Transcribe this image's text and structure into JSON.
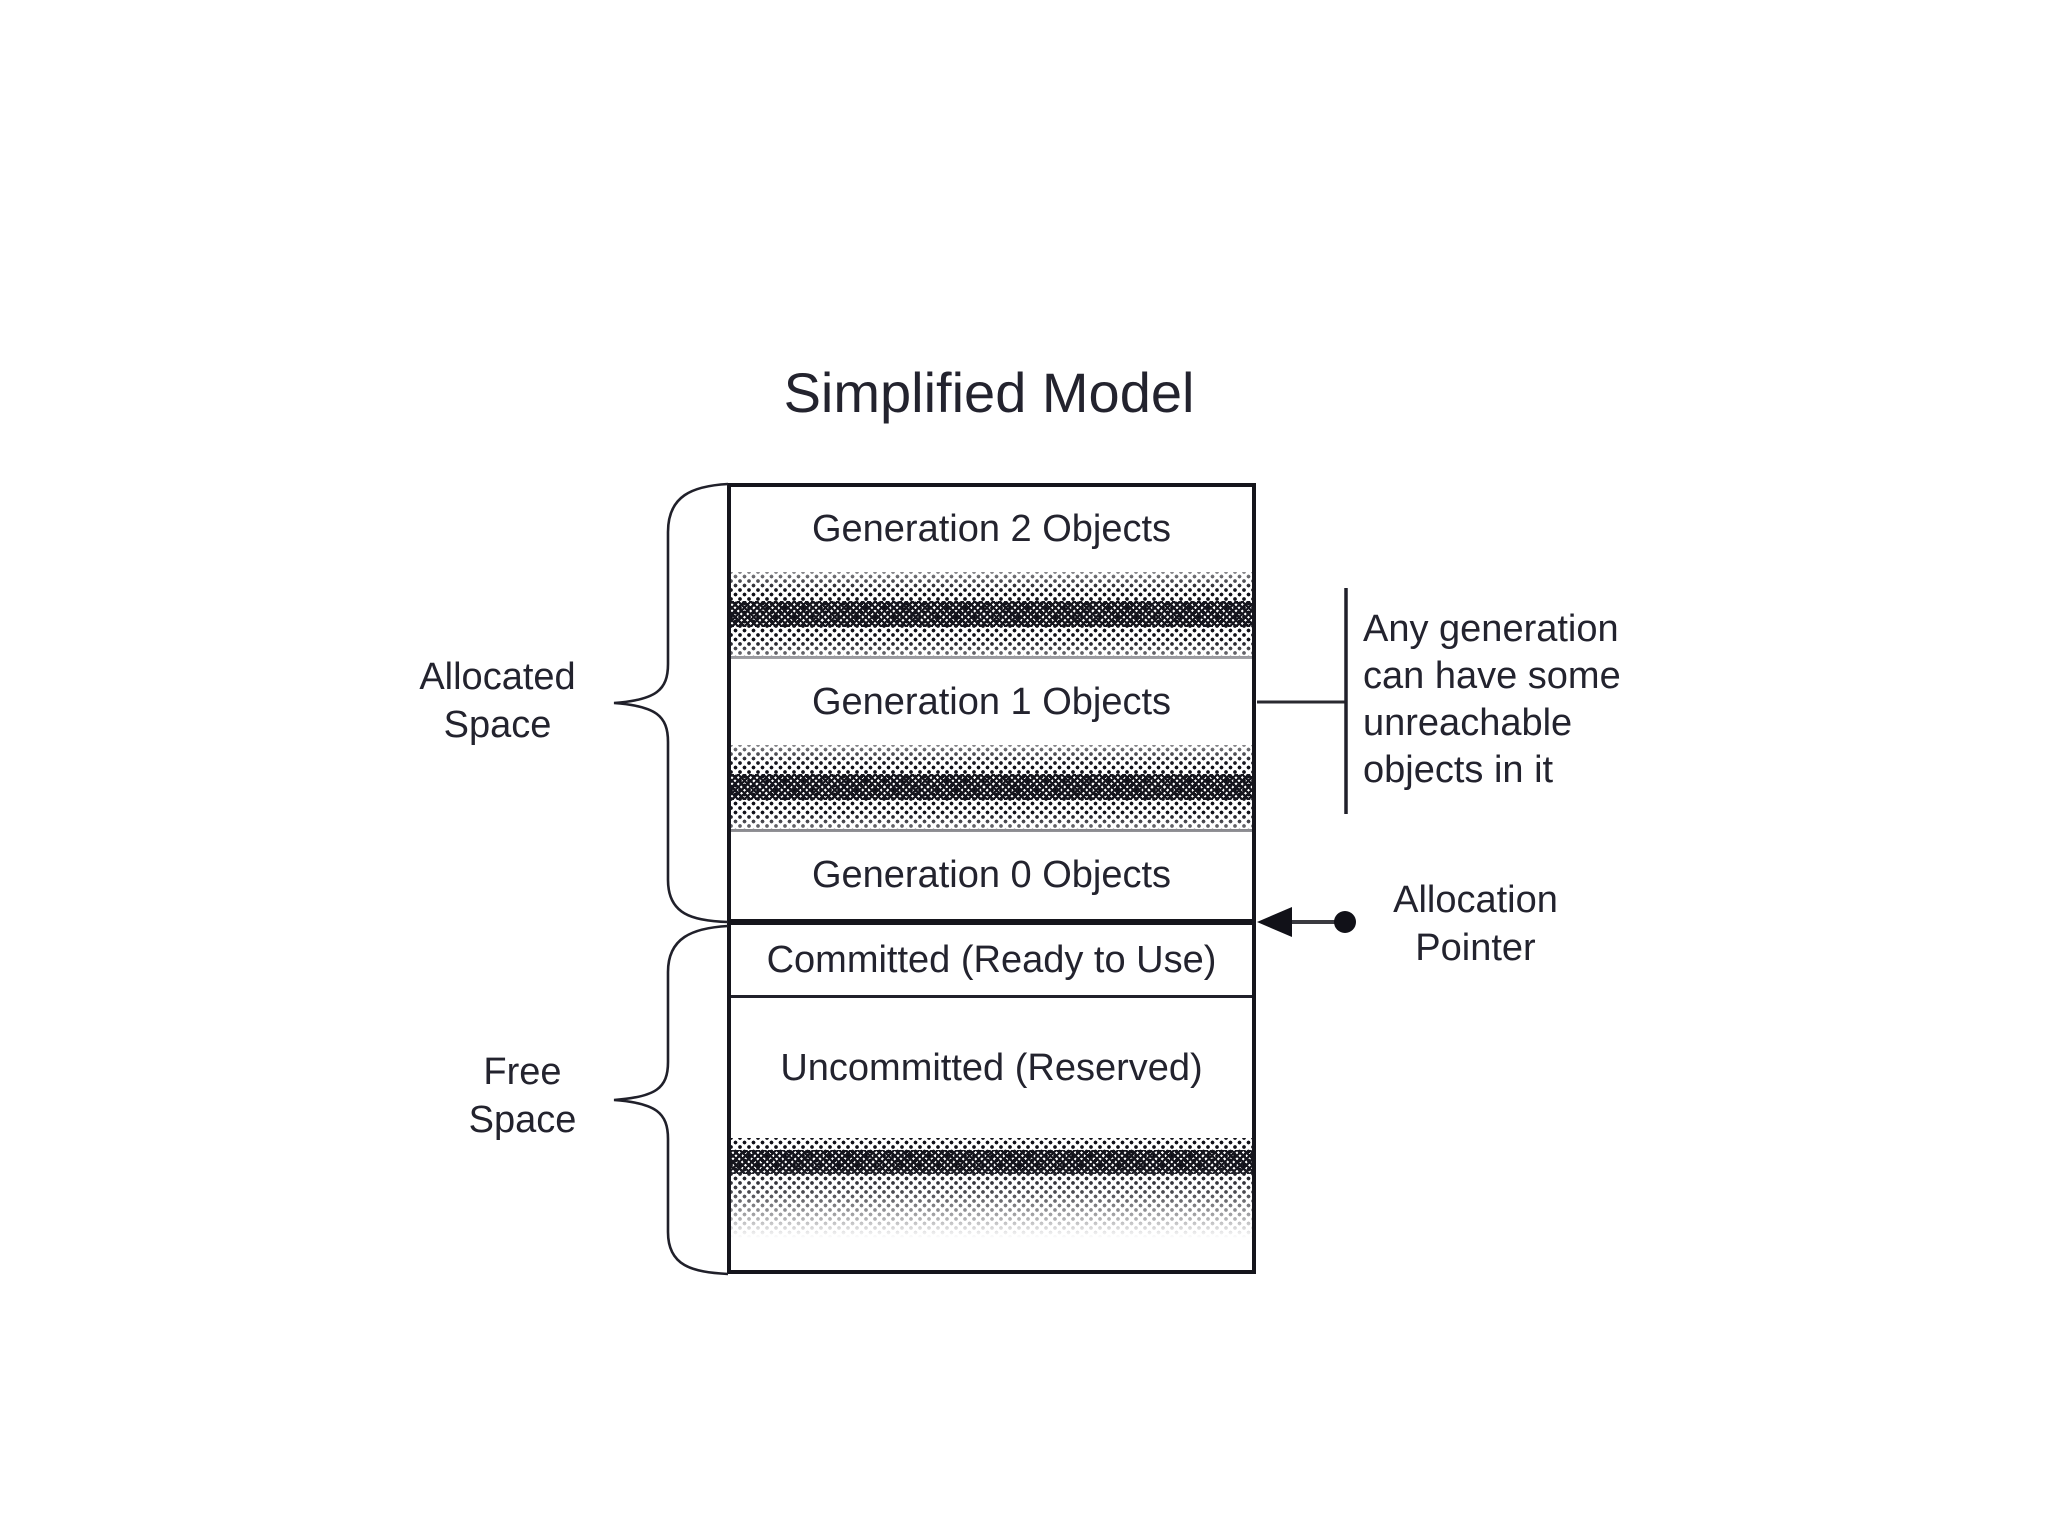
{
  "title": "Simplified Model",
  "memory_box": {
    "rows": [
      {
        "label": "Generation 2 Objects"
      },
      {
        "label": "Generation 1 Objects"
      },
      {
        "label": "Generation 0 Objects"
      },
      {
        "label": "Committed (Ready to Use)"
      },
      {
        "label": "Uncommitted (Reserved)"
      }
    ]
  },
  "side_labels": {
    "allocated": {
      "lines": [
        "Allocated",
        "Space"
      ]
    },
    "free": {
      "lines": [
        "Free",
        "Space"
      ]
    }
  },
  "annotations": {
    "unreachable_note": {
      "lines": [
        "Any generation",
        "can have some",
        "unreachable",
        "objects in it"
      ]
    },
    "allocation_pointer": {
      "lines": [
        "Allocation",
        "Pointer"
      ]
    }
  },
  "colors": {
    "text": "#23232e",
    "line": "#20202a",
    "hatch_dot": "#101018",
    "background": "#ffffff"
  }
}
